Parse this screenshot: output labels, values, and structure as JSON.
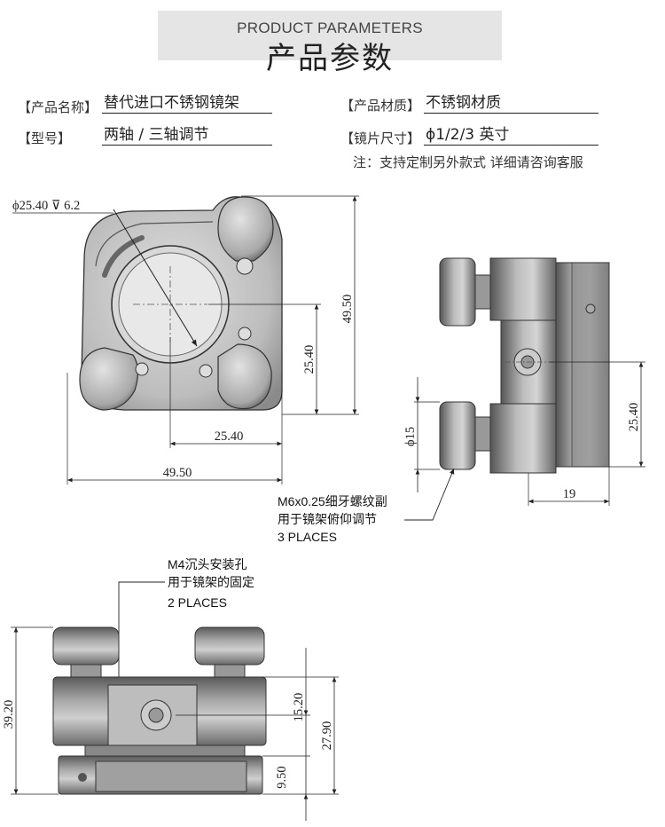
{
  "header": {
    "title_en": "PRODUCT PARAMETERS",
    "title_cn": "产品参数"
  },
  "params": {
    "name_label": "【产品名称】",
    "name_value": "替代进口不锈钢镜架",
    "material_label": "【产品材质】",
    "material_value": "不锈钢材质",
    "model_label": "【型号】",
    "model_value": "两轴 / 三轴调节",
    "size_label": "【镜片尺寸】",
    "size_value": "ϕ1/2/3 英寸",
    "note": "注：支持定制另外款式 详细请咨询客服"
  },
  "front_view": {
    "hole": "ϕ25.40 ⊽ 6.2",
    "height": "49.50",
    "center_y": "25.40",
    "center_x": "25.40",
    "width": "49.50"
  },
  "side_view": {
    "knob_dia": "ϕ15",
    "center_y": "25.40",
    "depth": "19",
    "note_line1": "M6x0.25细牙螺纹副",
    "note_line2": "用于镜架俯仰调节",
    "note_line3": "3 PLACES"
  },
  "bottom_view": {
    "note_line1": "M4沉头安装孔",
    "note_line2": "用于镜架的固定",
    "note_line3": "2 PLACES",
    "height": "39.20",
    "hole_h": "15.20",
    "body_h": "27.90",
    "base_h": "9.50"
  }
}
